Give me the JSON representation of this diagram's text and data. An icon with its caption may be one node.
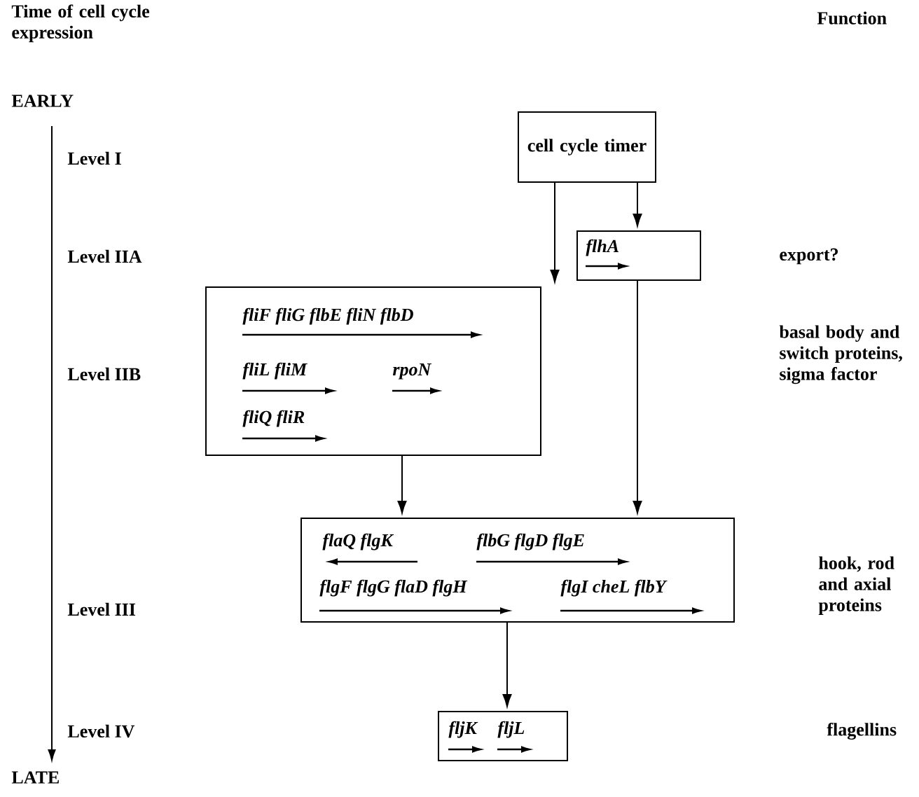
{
  "diagram": {
    "nodes": [
      {
        "text": [
          "cell cycle timer"
        ]
      },
      {
        "text": [
          "flhA"
        ]
      },
      {
        "text": [
          "fliF fliG flbE fliN flbD",
          "fliL fliM",
          "rpoN",
          "fliQ fliR"
        ]
      },
      {
        "text": [
          "flaQ flgK",
          "flbG flgD flgE",
          "flgF flgG flaD flgH",
          "flgI cheL flbY"
        ]
      },
      {
        "text": [
          "fljK",
          "fljL"
        ]
      }
    ],
    "edges": [
      {
        "from": 0,
        "to": 2,
        "arrow": "to"
      },
      {
        "from": 0,
        "to": 1,
        "arrow": "to"
      },
      {
        "from": 2,
        "to": 3,
        "arrow": "to"
      },
      {
        "from": 1,
        "to": 3,
        "arrow": "to"
      },
      {
        "from": 3,
        "to": 4,
        "arrow": "to"
      }
    ],
    "labels": [
      "Time of cell cycle expression",
      "Function",
      "EARLY",
      "Level I",
      "Level IIA",
      "export?",
      "Level IIB",
      "basal body and switch proteins, sigma factor",
      "Level III",
      "hook, rod and axial proteins",
      "Level IV",
      "flagellins",
      "LATE"
    ]
  }
}
